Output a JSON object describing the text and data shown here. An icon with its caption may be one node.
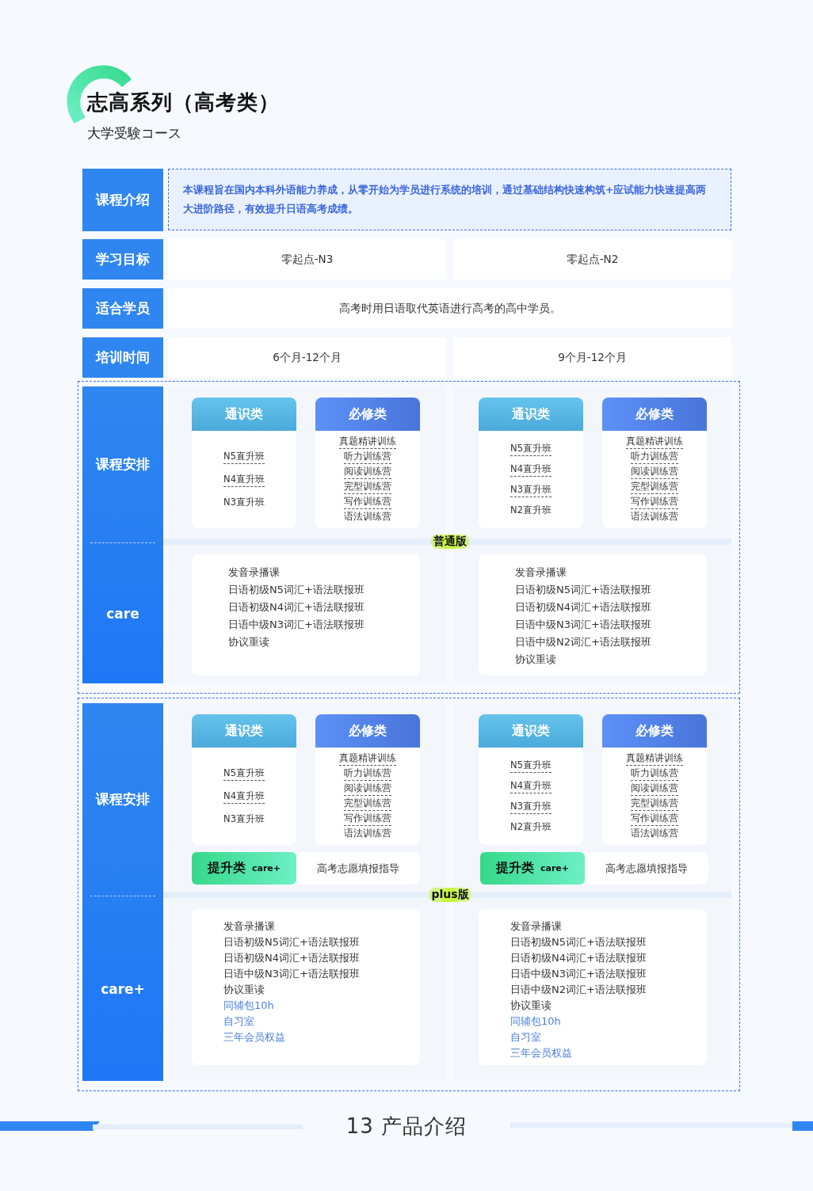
{
  "diagram": {
    "title": "志高系列（高考类）",
    "nodes": [
      {
        "text": [
          "课程介绍"
        ]
      },
      {
        "text": [
          "本课程旨在国内本科外语能力养成，从零开始为学员进行系统的培训，通过基础结构快速构筑+应试能力快速提高两大进阶路径，有效提升日语高考成绩。"
        ]
      },
      {
        "text": [
          "学习目标"
        ]
      },
      {
        "text": [
          "零起点-N3"
        ]
      },
      {
        "text": [
          "零起点-N2"
        ]
      },
      {
        "text": [
          "适合学员"
        ]
      },
      {
        "text": [
          "高考时用日语取代英语进行高考的高中学员。"
        ]
      },
      {
        "text": [
          "培训时间"
        ]
      },
      {
        "text": [
          "6个月-12个月"
        ]
      },
      {
        "text": [
          "9个月-12个月"
        ]
      },
      {
        "text": [
          "课程安排",
          "care"
        ]
      },
      {
        "text": [
          "通识类",
          "N5直升班",
          "N4直升班",
          "N3直升班"
        ]
      },
      {
        "text": [
          "必修类",
          "真题精讲训练",
          "听力训练营",
          "阅读训练营",
          "完型训练营",
          "写作训练营",
          "语法训练营"
        ]
      },
      {
        "text": [
          "通识类",
          "N5直升班",
          "N4直升班",
          "N3直升班",
          "N2直升班"
        ]
      },
      {
        "text": [
          "必修类",
          "真题精讲训练",
          "听力训练营",
          "阅读训练营",
          "完型训练营",
          "写作训练营",
          "语法训练营"
        ]
      },
      {
        "text": [
          "发音录播课",
          "日语初级N5词汇+语法联报班",
          "日语初级N4词汇+语法联报班",
          "日语中级N3词汇+语法联报班",
          "协议重读"
        ]
      },
      {
        "text": [
          "发音录播课",
          "日语初级N5词汇+语法联报班",
          "日语初级N4词汇+语法联报班",
          "日语中级N3词汇+语法联报班",
          "日语中级N2词汇+语法联报班",
          "协议重读"
        ]
      },
      {
        "text": [
          "课程安排",
          "care+"
        ]
      },
      {
        "text": [
          "通识类",
          "N5直升班",
          "N4直升班",
          "N3直升班"
        ]
      },
      {
        "text": [
          "必修类",
          "真题精讲训练",
          "听力训练营",
          "阅读训练营",
          "完型训练营",
          "写作训练营",
          "语法训练营"
        ]
      },
      {
        "text": [
          "提升类",
          "care+",
          "高考志愿填报指导"
        ]
      },
      {
        "text": [
          "通识类",
          "N5直升班",
          "N4直升班",
          "N3直升班",
          "N2直升班"
        ]
      },
      {
        "text": [
          "必修类",
          "真题精讲训练",
          "听力训练营",
          "阅读训练营",
          "完型训练营",
          "写作训练营",
          "语法训练营"
        ]
      },
      {
        "text": [
          "提升类",
          "care+",
          "高考志愿填报指导"
        ]
      },
      {
        "text": [
          "发音录播课",
          "日语初级N5词汇+语法联报班",
          "日语初级N4词汇+语法联报班",
          "日语中级N3词汇+语法联报班",
          "协议重读",
          "同辅包10h",
          "自习室",
          "三年会员权益"
        ]
      },
      {
        "text": [
          "发音录播课",
          "日语初级N5词汇+语法联报班",
          "日语初级N4词汇+语法联报班",
          "日语中级N3词汇+语法联报班",
          "日语中级N2词汇+语法联报班",
          "协议重读",
          "同辅包10h",
          "自习室",
          "三年会员权益"
        ]
      }
    ],
    "labels": [
      "大学受験コース",
      "普通版",
      "plus版",
      "13 产品介绍"
    ]
  }
}
